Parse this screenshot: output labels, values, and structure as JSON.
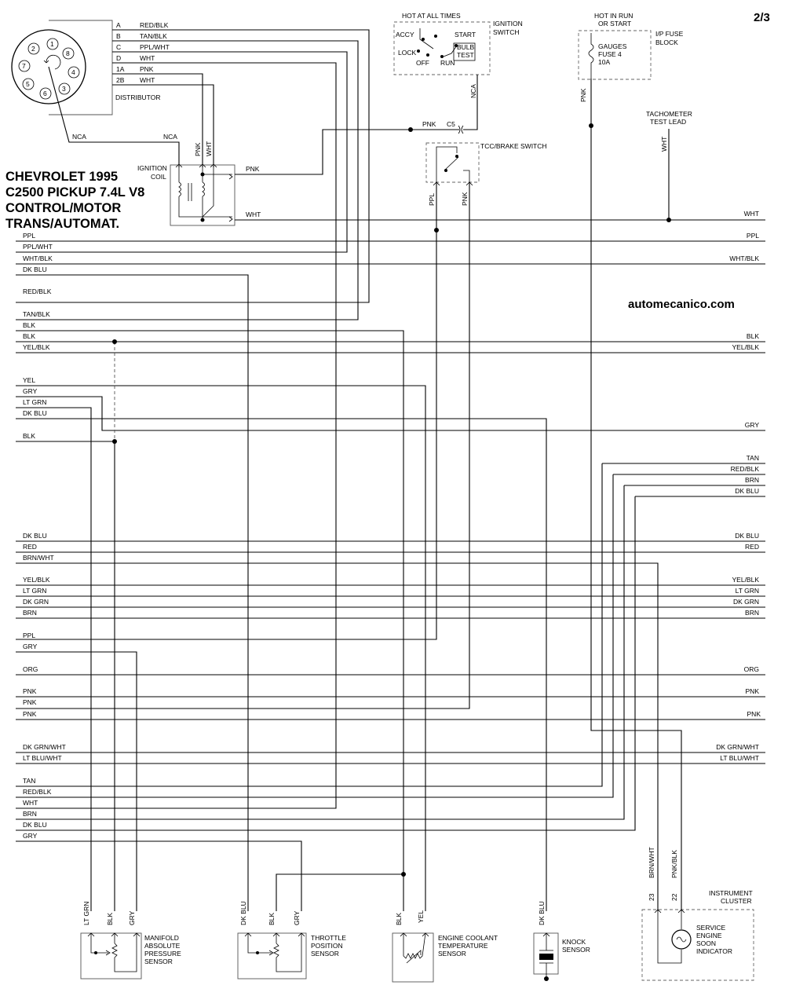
{
  "page_number": "2/3",
  "title": {
    "line1": "CHEVROLET 1995",
    "line2": "C2500 PICKUP  7.4L  V8",
    "line3": "CONTROL/MOTOR",
    "line4": "TRANS/AUTOMAT."
  },
  "watermark": "automecanico.com",
  "distributor": {
    "label": "DISTRIBUTOR",
    "terminal_numbers": [
      "1",
      "2",
      "3",
      "4",
      "5",
      "6",
      "7",
      "8"
    ],
    "pins": [
      {
        "pin": "A",
        "wire": "RED/BLK"
      },
      {
        "pin": "B",
        "wire": "TAN/BLK"
      },
      {
        "pin": "C",
        "wire": "PPL/WHT"
      },
      {
        "pin": "D",
        "wire": "WHT"
      },
      {
        "pin": "1A",
        "wire": "PNK"
      },
      {
        "pin": "2B",
        "wire": "WHT"
      }
    ],
    "nca_left": "NCA",
    "nca_right": "NCA"
  },
  "ignition_coil": {
    "label_1": "IGNITION",
    "label_2": "COIL",
    "wire_top_1": "PNK",
    "wire_top_2": "WHT",
    "out_pnk": "PNK",
    "out_wht": "WHT"
  },
  "ignition_switch": {
    "hot_label": "HOT AT ALL TIMES",
    "label_1": "IGNITION",
    "label_2": "SWITCH",
    "positions": [
      "ACCY",
      "START",
      "LOCK",
      "BULB",
      "TEST",
      "OFF",
      "RUN"
    ],
    "wire_out": "NCA"
  },
  "c5_connector": {
    "wire": "PNK",
    "label": "C5"
  },
  "fuse_block": {
    "hot_1": "HOT IN RUN",
    "hot_2": "OR START",
    "label_1": "I/P FUSE",
    "label_2": "BLOCK",
    "fuse_1": "GAUGES",
    "fuse_2": "FUSE 4",
    "fuse_3": "10A",
    "wire_out": "PNK"
  },
  "tach_lead": {
    "label_1": "TACHOMETER",
    "label_2": "TEST LEAD",
    "wire": "WHT"
  },
  "tcc_switch": {
    "label": "TCC/BRAKE SWITCH",
    "wire_left": "PPL",
    "wire_right": "PNK"
  },
  "left_wires": [
    "PPL",
    "PPL/WHT",
    "WHT/BLK",
    "DK BLU",
    "RED/BLK",
    "TAN/BLK",
    "BLK",
    "BLK",
    "YEL/BLK",
    "YEL",
    "GRY",
    "LT GRN",
    "DK BLU",
    "BLK",
    "DK BLU",
    "RED",
    "BRN/WHT",
    "YEL/BLK",
    "LT GRN",
    "DK GRN",
    "BRN",
    "PPL",
    "GRY",
    "ORG",
    "PNK",
    "PNK",
    "PNK",
    "DK GRN/WHT",
    "LT BLU/WHT",
    "TAN",
    "RED/BLK",
    "WHT",
    "BRN",
    "DK BLU",
    "GRY"
  ],
  "right_wires": [
    "WHT",
    "PPL",
    "WHT/BLK",
    "BLK",
    "YEL/BLK",
    "GRY",
    "TAN",
    "RED/BLK",
    "BRN",
    "DK BLU",
    "DK BLU",
    "RED",
    "YEL/BLK",
    "LT GRN",
    "DK GRN",
    "BRN",
    "ORG",
    "PNK",
    "PNK",
    "DK GRN/WHT",
    "LT BLU/WHT"
  ],
  "sensors": {
    "map": {
      "wires": [
        "LT GRN",
        "BLK",
        "GRY"
      ],
      "label_1": "MANIFOLD",
      "label_2": "ABSOLUTE",
      "label_3": "PRESSURE",
      "label_4": "SENSOR"
    },
    "tps": {
      "wires": [
        "DK BLU",
        "BLK",
        "GRY"
      ],
      "label_1": "THROTTLE",
      "label_2": "POSITION",
      "label_3": "SENSOR"
    },
    "ect": {
      "wires": [
        "BLK",
        "YEL"
      ],
      "label_1": "ENGINE COOLANT",
      "label_2": "TEMPERATURE",
      "label_3": "SENSOR"
    },
    "knock": {
      "wire": "DK BLU",
      "label_1": "KNOCK",
      "label_2": "SENSOR"
    }
  },
  "instrument_cluster": {
    "label_1": "INSTRUMENT",
    "label_2": "CLUSTER",
    "wire_1": "BRN/WHT",
    "wire_2": "PNK/BLK",
    "pin_1": "23",
    "pin_2": "22",
    "indicator_1": "SERVICE",
    "indicator_2": "ENGINE",
    "indicator_3": "SOON",
    "indicator_4": "INDICATOR"
  }
}
